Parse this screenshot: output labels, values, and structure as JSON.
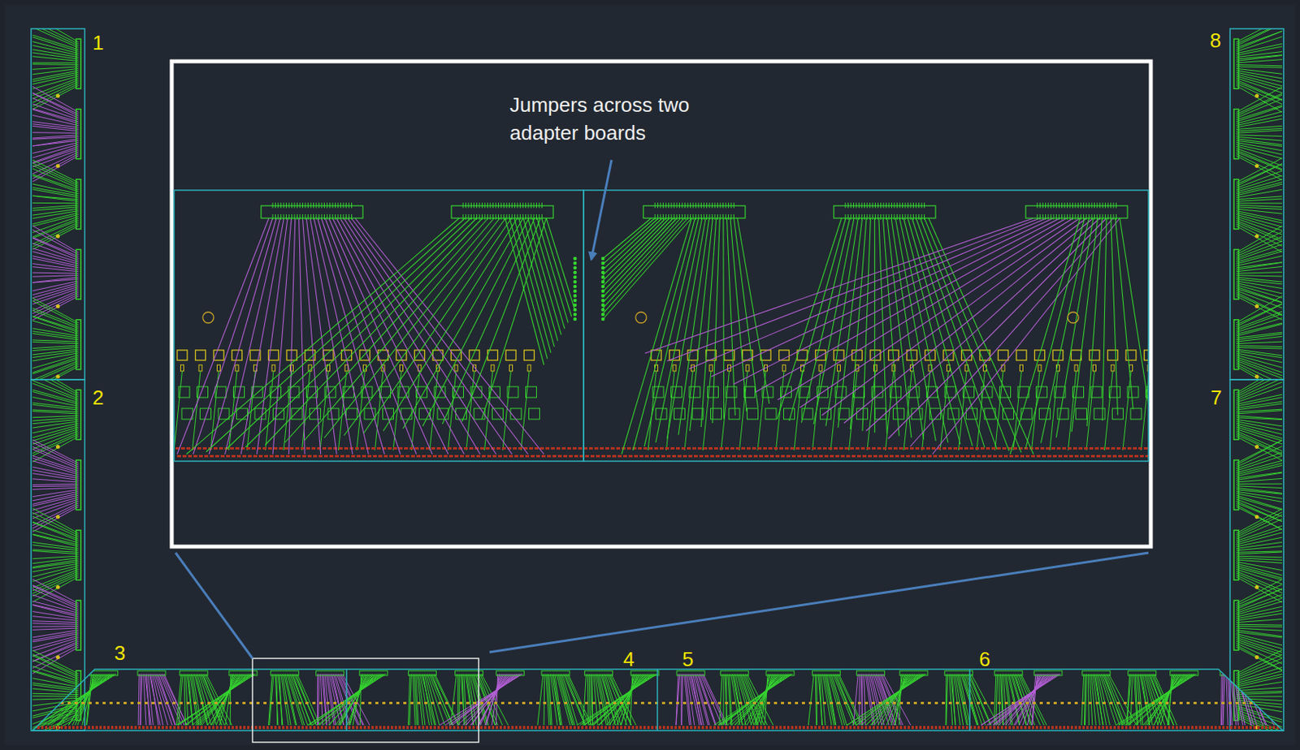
{
  "diagram": {
    "labels": [
      "1",
      "2",
      "3",
      "4",
      "5",
      "6",
      "7",
      "8",
      "Jumpers across two adapter boards"
    ]
  }
}
